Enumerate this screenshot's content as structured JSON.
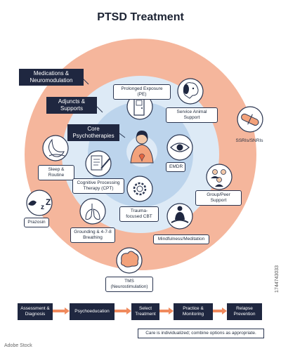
{
  "title": "PTSD Treatment",
  "rings": {
    "outer": "Medications & Neuromodulation",
    "middle": "Adjuncts & Supports",
    "inner": "Core Psychotherapies"
  },
  "items": {
    "prolonged_exposure": "Prolonged Exposure (PE)",
    "service_animal": "Service Animal Support",
    "ssris": "SSRIs/SNRIs",
    "sleep": "Sleep & Routine",
    "emdr": "EMDR",
    "cpt": "Cognitive Processing Therapy (CPT)",
    "group": "Group/Peer Support",
    "prazosin": "Prazosin",
    "tf_cbt": "Trauma-focused CBT",
    "grounding": "Grounding & 4-7-8 Breathing",
    "mindfulness": "Mindfulness/Meditation",
    "tms": "TMS (Neurostimulation)"
  },
  "flow": [
    "Assessment & Diagnosis",
    "Psychoeducation",
    "Select Treatment",
    "Practice & Monitoring",
    "Relapse Prevention"
  ],
  "note": "Care is individualized; combine options as appropriate.",
  "watermark_id": "1744743033",
  "watermark_brand": "Adobe Stock",
  "colors": {
    "outer_ring": "#f5b69c",
    "middle_ring": "#ddeaf6",
    "inner_ring": "#bcd4ec",
    "dark": "#1f2740",
    "arrow": "#f08a5d"
  }
}
